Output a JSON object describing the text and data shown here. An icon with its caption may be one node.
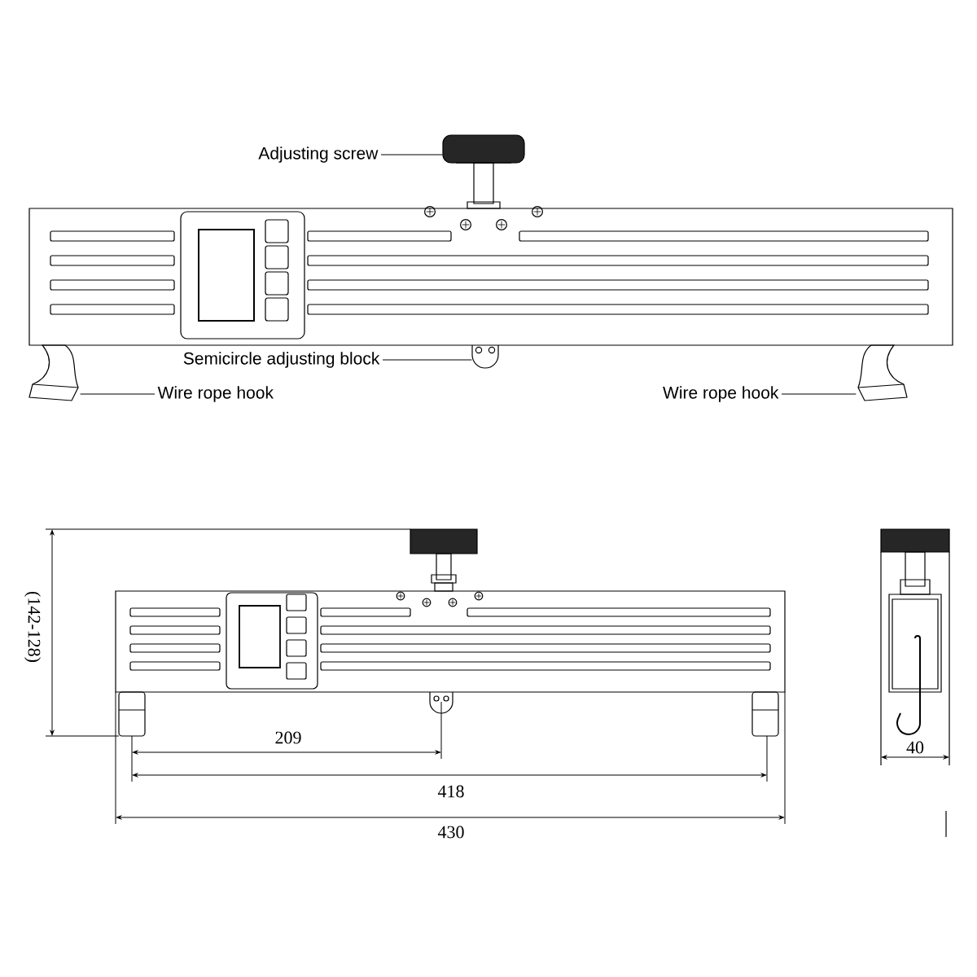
{
  "diagram": {
    "nodes": [
      {
        "text": [
          "Adjusting screw"
        ]
      },
      {
        "text": [],
        "shape": "picture"
      },
      {
        "text": [
          "Semicircle adjusting block"
        ]
      },
      {
        "text": [],
        "shape": "picture"
      },
      {
        "text": [
          "Wire rope hook"
        ]
      },
      {
        "text": [],
        "shape": "picture"
      },
      {
        "text": [
          "Wire rope hook"
        ]
      },
      {
        "text": [],
        "shape": "picture"
      }
    ],
    "edges": [
      {
        "from": 0,
        "to": 1,
        "arrow": "none"
      },
      {
        "from": 2,
        "to": 3,
        "arrow": "none"
      },
      {
        "from": 4,
        "to": 5,
        "arrow": "none"
      },
      {
        "from": 6,
        "to": 7,
        "arrow": "none"
      }
    ],
    "labels": [
      "(142-128)",
      "209",
      "418",
      "430",
      "40"
    ]
  }
}
